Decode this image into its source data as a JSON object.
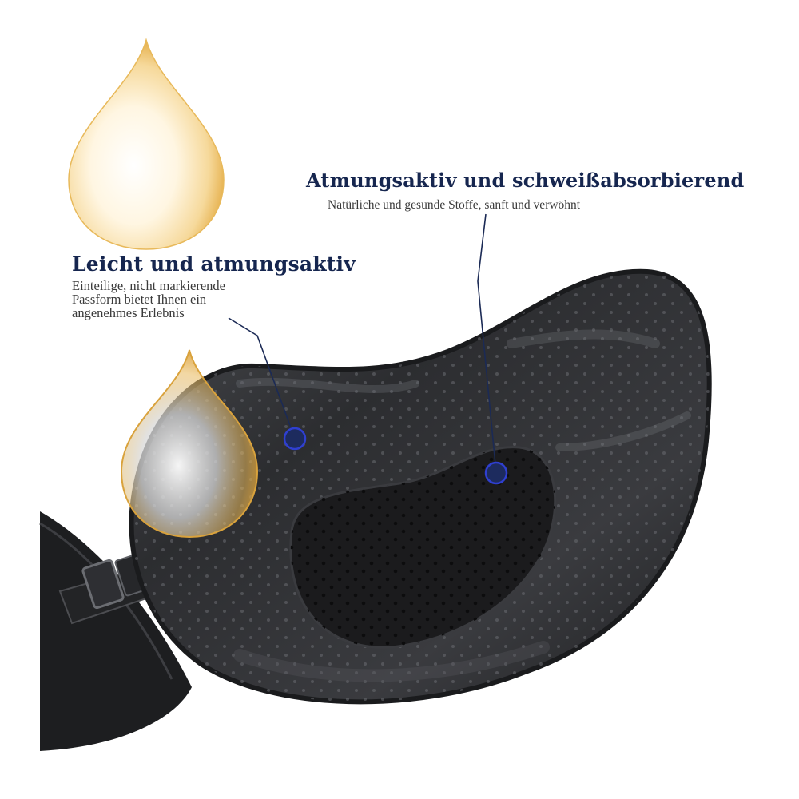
{
  "features": {
    "lightweight": {
      "title": "Leicht und atmungsaktiv",
      "description_lines": [
        "Einteilige, nicht markierende",
        "Passform bietet Ihnen ein",
        "angenehmes Erlebnis"
      ]
    },
    "breathable": {
      "title": "Atmungsaktiv und schweißabsorbierend",
      "description": "Natürliche und gesunde Stoffe, sanft und verwöhnt"
    }
  },
  "icons": {
    "large_drop": "oil-drop-icon",
    "small_drop": "oil-drop-icon",
    "markers": "callout-dot-icon"
  },
  "colors": {
    "heading": "#16264f",
    "body_text": "#3a3a3a",
    "marker_fill": "#1d2b5e",
    "marker_ring": "#2f3fd0",
    "leader_line": "#1b2a55",
    "drop_gold": "#e9b44a",
    "product": "#2a2b2d"
  }
}
